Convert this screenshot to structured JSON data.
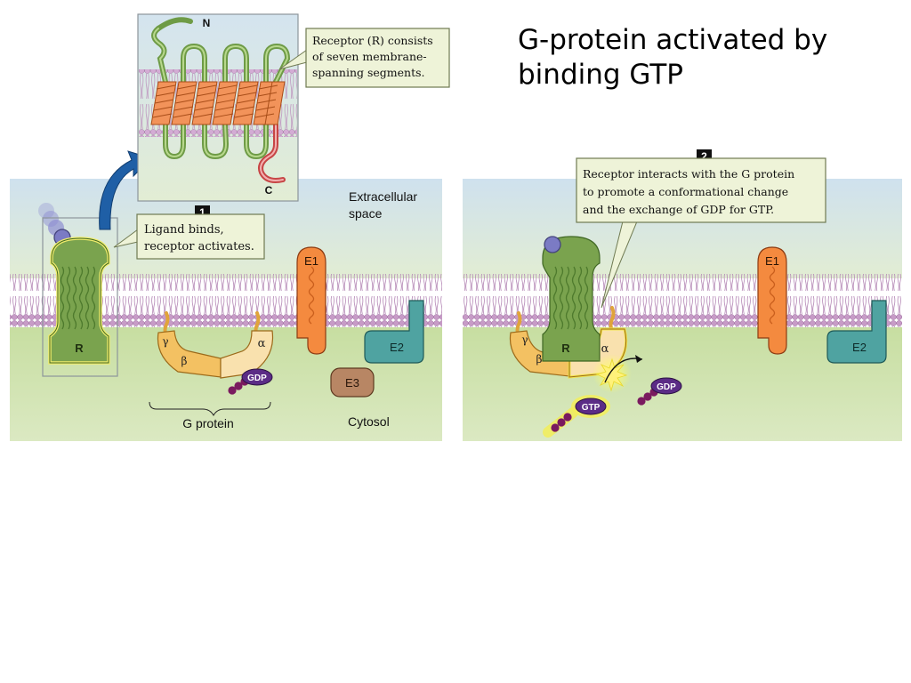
{
  "slide": {
    "title_line1": "G-protein activated by",
    "title_line2": "binding GTP"
  },
  "diagram": {
    "inset_terminal_n": "N",
    "inset_terminal_c": "C",
    "inset_callout": [
      "Receptor (R) consists",
      "of seven membrane-",
      "spanning segments."
    ],
    "step1_number": "1",
    "step1_callout": [
      "Ligand binds,",
      "receptor activates."
    ],
    "step2_number": "2",
    "step2_callout": [
      "Receptor interacts with the G protein",
      "to promote a conformational change",
      "and the exchange of GDP for GTP."
    ],
    "extracellular_label": [
      "Extracellular",
      "space"
    ],
    "cytosol_label": "Cytosol",
    "g_protein_label": "G protein",
    "receptor_label": "R",
    "gamma_label": "γ",
    "beta_label": "β",
    "alpha_label": "α",
    "gdp_label": "GDP",
    "gtp_label": "GTP",
    "e1_label": "E1",
    "e2_label": "E2",
    "e3_label": "E3"
  }
}
